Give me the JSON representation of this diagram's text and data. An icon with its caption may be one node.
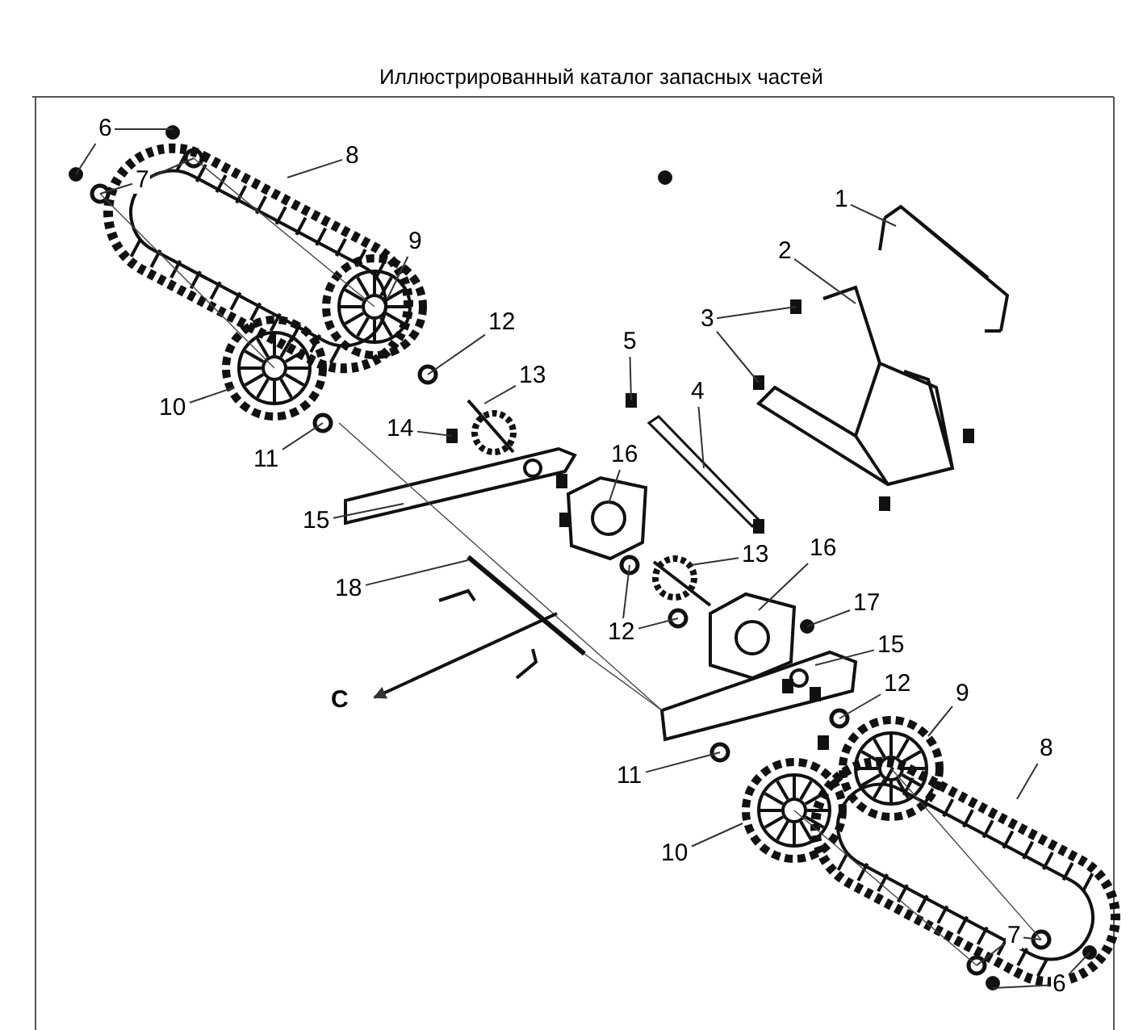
{
  "diagram": {
    "title": "Иллюстрированный каталог запасных частей",
    "nodes": [
      {
        "text": [
          "1"
        ]
      },
      {
        "text": [
          "2"
        ]
      },
      {
        "text": [
          "3"
        ]
      },
      {
        "text": [
          "5"
        ]
      },
      {
        "text": [
          "4"
        ]
      },
      {
        "text": [
          "6"
        ]
      },
      {
        "text": [
          "7"
        ]
      },
      {
        "text": [
          "8"
        ]
      },
      {
        "text": [
          "9"
        ]
      },
      {
        "text": [
          "10"
        ]
      },
      {
        "text": [
          "12"
        ]
      },
      {
        "text": [
          "13"
        ]
      },
      {
        "text": [
          "14"
        ]
      },
      {
        "text": [
          "11"
        ]
      },
      {
        "text": [
          "15"
        ]
      },
      {
        "text": [
          "16"
        ]
      },
      {
        "text": [
          "18"
        ]
      },
      {
        "text": [
          "16"
        ]
      },
      {
        "text": [
          "13"
        ]
      },
      {
        "text": [
          "12"
        ]
      },
      {
        "text": [
          "17"
        ]
      },
      {
        "text": [
          "15"
        ]
      },
      {
        "text": [
          "12"
        ]
      },
      {
        "text": [
          "9"
        ]
      },
      {
        "text": [
          "11"
        ]
      },
      {
        "text": [
          "8"
        ]
      },
      {
        "text": [
          "10"
        ]
      },
      {
        "text": [
          "7"
        ]
      },
      {
        "text": [
          "6"
        ]
      }
    ],
    "edges": [
      {
        "from": 0,
        "to": null,
        "arrow": "none"
      },
      {
        "from": 1,
        "to": null,
        "arrow": "none"
      },
      {
        "from": 2,
        "to": null,
        "arrow": "none"
      },
      {
        "from": 2,
        "to": null,
        "arrow": "none"
      },
      {
        "from": 3,
        "to": null,
        "arrow": "none"
      },
      {
        "from": 4,
        "to": null,
        "arrow": "none"
      },
      {
        "from": 5,
        "to": null,
        "arrow": "none"
      },
      {
        "from": 5,
        "to": null,
        "arrow": "none"
      },
      {
        "from": 6,
        "to": null,
        "arrow": "none"
      },
      {
        "from": 6,
        "to": null,
        "arrow": "none"
      },
      {
        "from": 7,
        "to": null,
        "arrow": "none"
      },
      {
        "from": 8,
        "to": null,
        "arrow": "none"
      },
      {
        "from": 9,
        "to": null,
        "arrow": "none"
      },
      {
        "from": 10,
        "to": null,
        "arrow": "none"
      },
      {
        "from": 11,
        "to": null,
        "arrow": "none"
      },
      {
        "from": 12,
        "to": null,
        "arrow": "none"
      },
      {
        "from": 13,
        "to": null,
        "arrow": "none"
      },
      {
        "from": 14,
        "to": null,
        "arrow": "none"
      },
      {
        "from": 15,
        "to": null,
        "arrow": "none"
      },
      {
        "from": 16,
        "to": null,
        "arrow": "none"
      },
      {
        "from": 17,
        "to": null,
        "arrow": "none"
      },
      {
        "from": 18,
        "to": null,
        "arrow": "none"
      },
      {
        "from": 19,
        "to": null,
        "arrow": "none"
      },
      {
        "from": 19,
        "to": null,
        "arrow": "none"
      },
      {
        "from": 20,
        "to": null,
        "arrow": "none"
      },
      {
        "from": 21,
        "to": null,
        "arrow": "none"
      },
      {
        "from": 22,
        "to": null,
        "arrow": "none"
      },
      {
        "from": 23,
        "to": null,
        "arrow": "none"
      },
      {
        "from": 24,
        "to": null,
        "arrow": "none"
      },
      {
        "from": 25,
        "to": null,
        "arrow": "none"
      },
      {
        "from": 26,
        "to": null,
        "arrow": "none"
      },
      {
        "from": 27,
        "to": null,
        "arrow": "none"
      },
      {
        "from": 27,
        "to": null,
        "arrow": "none"
      },
      {
        "from": 28,
        "to": null,
        "arrow": "none"
      },
      {
        "from": 28,
        "to": null,
        "arrow": "none"
      }
    ],
    "labels": [
      "C"
    ]
  }
}
